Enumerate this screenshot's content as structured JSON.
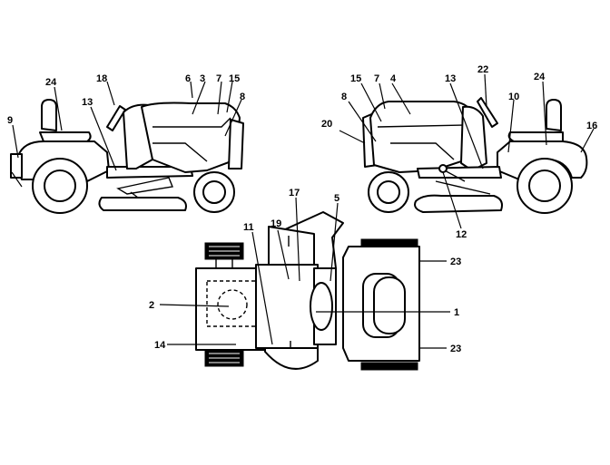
{
  "callouts": {
    "left_view": {
      "c18": "18",
      "c6": "6",
      "c3": "3",
      "c7": "7",
      "c15": "15",
      "c24": "24",
      "c8": "8",
      "c13": "13",
      "c9": "9"
    },
    "right_view": {
      "c15": "15",
      "c7": "7",
      "c4": "4",
      "c13": "13",
      "c22": "22",
      "c24": "24",
      "c8": "8",
      "c10": "10",
      "c20": "20",
      "c16": "16",
      "c12": "12"
    },
    "top_view": {
      "c17": "17",
      "c5": "5",
      "c11": "11",
      "c19": "19",
      "c23a": "23",
      "c2": "2",
      "c1": "1",
      "c14": "14",
      "c23b": "23"
    }
  }
}
